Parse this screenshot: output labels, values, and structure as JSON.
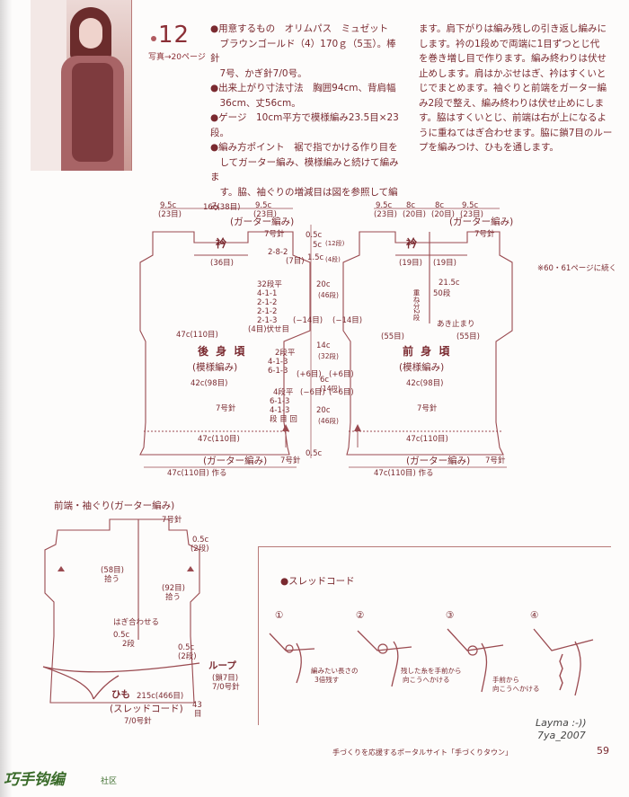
{
  "header": {
    "pattern_number": "12",
    "photo_ref": "写真→20ページ"
  },
  "instructions": {
    "col1": [
      "●用意するもの　オリムパス　ミュゼット",
      "　ブラウンゴールド（4）170ｇ（5玉）。棒針",
      "　7号、かぎ針7/0号。",
      "●出来上がり寸法寸法　胸囲94cm、背肩幅",
      "　36cm、丈56cm。",
      "●ゲージ　10cm平方で模様編み23.5目×23段。",
      "●編み方ポイント　裾で指でかける作り目を",
      "　してガーター編み、模様編みと続けて編みま",
      "　す。脇、袖ぐりの増減目は図を参照して編み"
    ],
    "col2": [
      "ます。肩下がりは編み残しの引き返し編みに",
      "します。衿の1段めで両端に1目ずつとじ代",
      "を巻き増し目で作ります。編み終わりは伏せ",
      "止めします。肩はかぶせはぎ、衿はすくいと",
      "じでまとめます。袖ぐりと前端をガーター編",
      "み2段で整え、編み終わりは伏せ止めにしま",
      "す。脇はすくいとじ、前端は右が上になるよ",
      "うに重ねてはぎ合わせます。脇に鎖7目のルー",
      "プを編みつけ、ひもを通します。"
    ]
  },
  "see_also": "※60・61ページに続く",
  "back": {
    "top_dims": [
      "9.5c",
      "(23目)",
      "16c(38目)",
      "9.5c",
      "(23目)"
    ],
    "garter_top": "(ガーター編み)",
    "needle_top": "7号針",
    "collar": "衿",
    "collar_sts": "(36目)",
    "shoulder_rows": "2-8-2",
    "shoulder_rows2": "(7目)",
    "right_dims": [
      "0.5c",
      "5c",
      "(12段)",
      "1.5c",
      "(4段)",
      "20c",
      "(46段)",
      "14c",
      "(32段)",
      "6c",
      "(14段)",
      "20c",
      "(46段)",
      "0.5c"
    ],
    "armhole_dec": [
      "32段平",
      "4-1-1",
      "2-1-2",
      "2-1-2",
      "2-1-3",
      "(4目)伏せ目"
    ],
    "minus14": "(−14目)",
    "width1": "47c(110目)",
    "title": "後 身 頃",
    "subtitle": "(模様編み)",
    "waist_rows": [
      "2段平",
      "4-1-3",
      "6-1-3"
    ],
    "plus6": "(+6目)",
    "width2": "42c(98目)",
    "minus6": "(−6目)",
    "hem_dec": [
      "4段平",
      "6-1-3",
      "4-1-3",
      "段 目 回"
    ],
    "needle_mid": "7号針",
    "width3": "47c(110目)",
    "garter_bottom": "(ガーター編み)",
    "needle_bottom": "7号針",
    "cast_on": "47c(110目) 作る"
  },
  "front": {
    "top_dims": [
      "9.5c",
      "(23目)",
      "8c",
      "(20目)",
      "8c",
      "(20目)",
      "9.5c",
      "(23目)"
    ],
    "garter_top": "(ガーター編み)",
    "needle_top": "7号針",
    "collar": "衿",
    "sts19a": "(19目)",
    "sts19b": "(19目)",
    "center_dims": [
      "21.5c",
      "50段"
    ],
    "overlap": "重ね分2段",
    "open_end": "あき止まり",
    "minus14": "(−14目)",
    "sts55a": "(55目)",
    "sts55b": "(55目)",
    "title": "前 身 頃",
    "subtitle": "(模様編み)",
    "plus6": "(+6目)",
    "width2": "42c(98目)",
    "minus6": "(−6目)",
    "needle_mid": "7号針",
    "width3": "47c(110目)",
    "garter_bottom": "(ガーター編み)",
    "needle_bottom": "7号針",
    "cast_on": "47c(110目) 作る"
  },
  "finishing": {
    "title": "前端・袖ぐり",
    "title_sub": "(ガーター編み)",
    "needle": "7号針",
    "pickup_left": [
      "(58目)",
      "拾う"
    ],
    "pickup_right": [
      "(92目)",
      "拾う"
    ],
    "right_top": [
      "0.5c",
      "(2段)"
    ],
    "side_dims": [
      "0.5c",
      "(2段)"
    ],
    "overlap_join": "はぎ合わせる",
    "bottom_dims": [
      "0.5c",
      "2段"
    ],
    "loop": "ループ",
    "loop_chain": "(鎖7目)",
    "loop_hook": "7/0号針",
    "tie": "ひも",
    "tie_dims": "215c(466目)",
    "tie_type": "(スレッドコード)",
    "tie_hook": "7/0号針",
    "tie_marker": [
      "43",
      "目"
    ]
  },
  "thread_cord": {
    "title": "●スレッドコード",
    "steps": [
      "①",
      "②",
      "③",
      "④"
    ],
    "note1": [
      "編みたい長さの",
      "3倍残す"
    ],
    "note2": [
      "残した糸を手前から",
      "向こうへかける"
    ],
    "note3": [
      "手前から",
      "向こうへかける"
    ]
  },
  "credits": {
    "line1": "Layma :-))",
    "line2": "7ya_2007"
  },
  "footer": {
    "text": "手づくりを応援するポータルサイト「手づくりタウン」",
    "page_no": "59"
  },
  "logo": {
    "main": "巧手钩编",
    "sub": "社区"
  },
  "colors": {
    "ink": "#7a2a30",
    "accent": "#8b2f36",
    "line": "#b87a78"
  }
}
